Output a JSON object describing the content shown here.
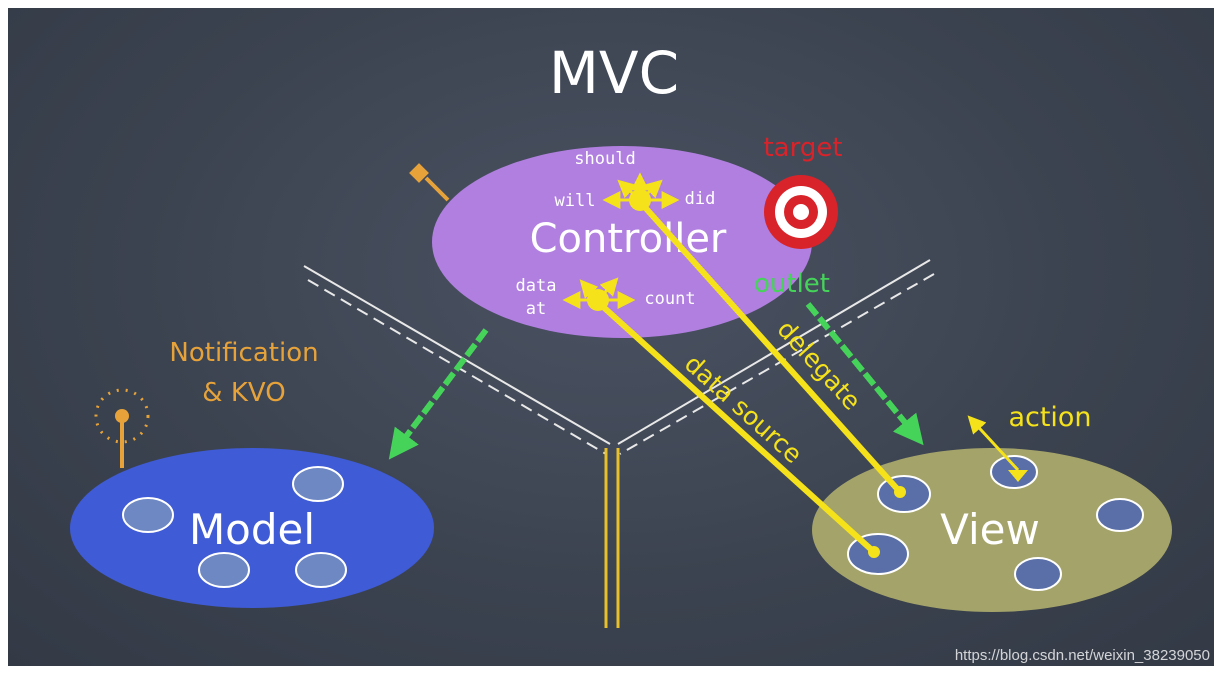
{
  "title": "MVC",
  "controller": {
    "label": "Controller",
    "should": "should",
    "will": "will",
    "did": "did",
    "data_at_1": "data",
    "data_at_2": "at",
    "count": "count"
  },
  "target": "target",
  "outlet": "outlet",
  "delegate": "delegate",
  "data_source": "data source",
  "action": "action",
  "notification_line1": "Notification",
  "notification_line2": "& KVO",
  "model": {
    "label": "Model"
  },
  "view": {
    "label": "View"
  },
  "watermark": "https://blog.csdn.net/weixin_38239050",
  "colors": {
    "board": "#3c4350",
    "controller": "#b07fe0",
    "model": "#3f5bd6",
    "view": "#a4a46a",
    "yellow": "#f5e21b",
    "green": "#46d35a",
    "orange": "#e7a33a",
    "red": "#d8232a"
  }
}
